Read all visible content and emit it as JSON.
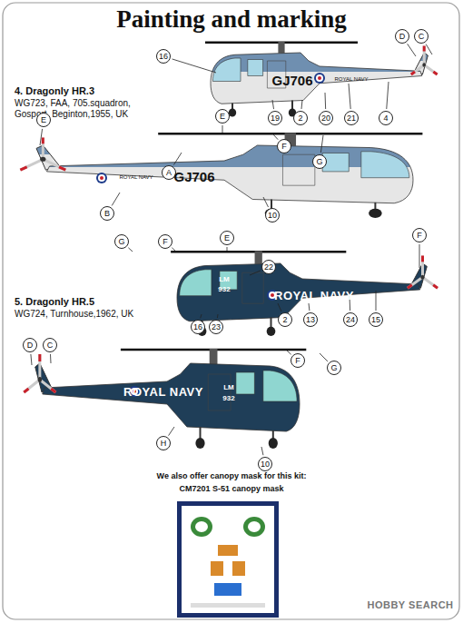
{
  "diagram": {
    "title": "Painting and marking",
    "labels": [
      "4. Dragonly HR.3",
      "WG723, FAA, 705.squadron, Gosport, Beginton,1955, UK",
      "16",
      "D",
      "C",
      "GJ706",
      "ROYAL NAVY",
      "19",
      "2",
      "20",
      "21",
      "4",
      "E",
      "E",
      "F",
      "G",
      "A",
      "ROYAL NAVY",
      "GJ706",
      "B",
      "10",
      "5. Dragonly HR.5",
      "WG724, Turnhouse,1962, UK",
      "G",
      "F",
      "E",
      "F",
      "LM",
      "932",
      "22",
      "ROYAL NAVY",
      "2",
      "13",
      "16",
      "23",
      "24",
      "15",
      "D",
      "C",
      "F",
      "G",
      "ROYAL NAVY",
      "LM",
      "932",
      "H",
      "10",
      "We also offer canopy mask for this kit:",
      "CM7201 S-51 canopy mask",
      "HOBBY SEARCH"
    ]
  }
}
